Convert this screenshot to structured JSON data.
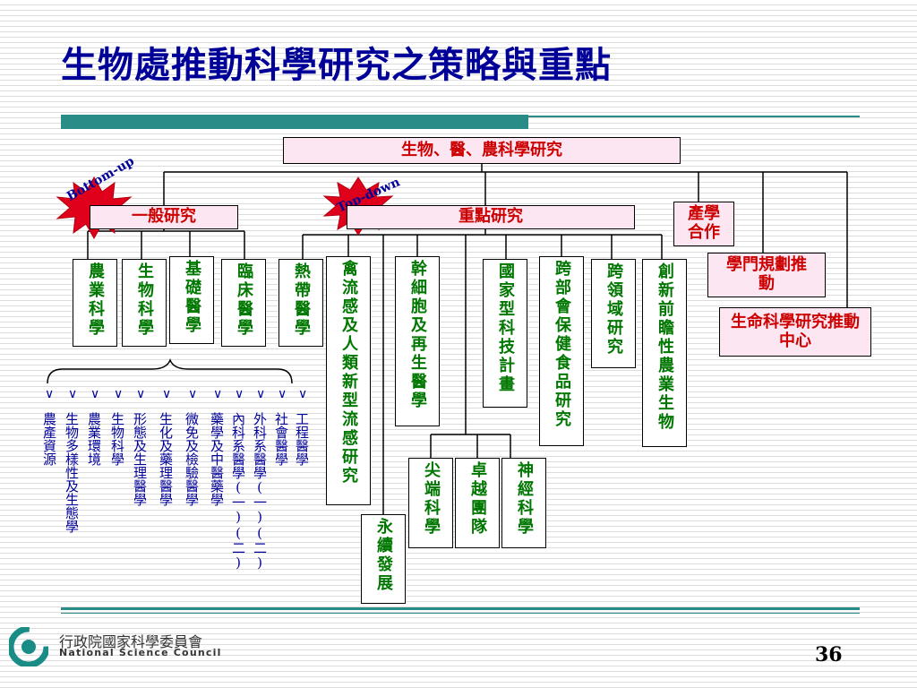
{
  "title": "生物處推動科學研究之策略與重點",
  "root": "生物、醫、農科學研究",
  "general_research": "一般研究",
  "key_research": "重點研究",
  "industry_coop": "產學合作",
  "discipline_planning": "學門規劃推動",
  "life_science_center": "生命科學研究推動中心",
  "bottom_up": "Bottom-up",
  "top_down": "Top-down",
  "general_children": [
    "農業科學",
    "生物科學",
    "基礎醫學",
    "臨床醫學"
  ],
  "key_children": [
    "熱帶醫學",
    "禽流感及人類新型流感研究",
    "永續發展",
    "幹細胞及再生醫學",
    "國家型科技計畫",
    "跨部會保健食品研究",
    "跨領域研究",
    "創新前瞻性農業生物"
  ],
  "national_children": [
    "尖端科學",
    "卓越團隊",
    "神經科學"
  ],
  "disciplines": [
    "農產資源",
    "生物多樣性及生態學",
    "農業環境",
    "生物科學",
    "形態及生理醫學",
    "生化及藥理醫學",
    "微免及檢驗醫學",
    "藥學及中醫藥學",
    "內科系醫學(一)(二)",
    "外科系醫學(一)(二)",
    "社會醫學",
    "工程醫學"
  ],
  "tick_symbol": "∨",
  "org_name_zh": "行政院國家科學委員會",
  "org_name_en": "National Science Council",
  "page_number": "36",
  "colors": {
    "accent": "#2a8c86",
    "title": "#000099",
    "box_text": "#cc0000",
    "leaf_text": "#007700",
    "burst": "#e0001b"
  }
}
